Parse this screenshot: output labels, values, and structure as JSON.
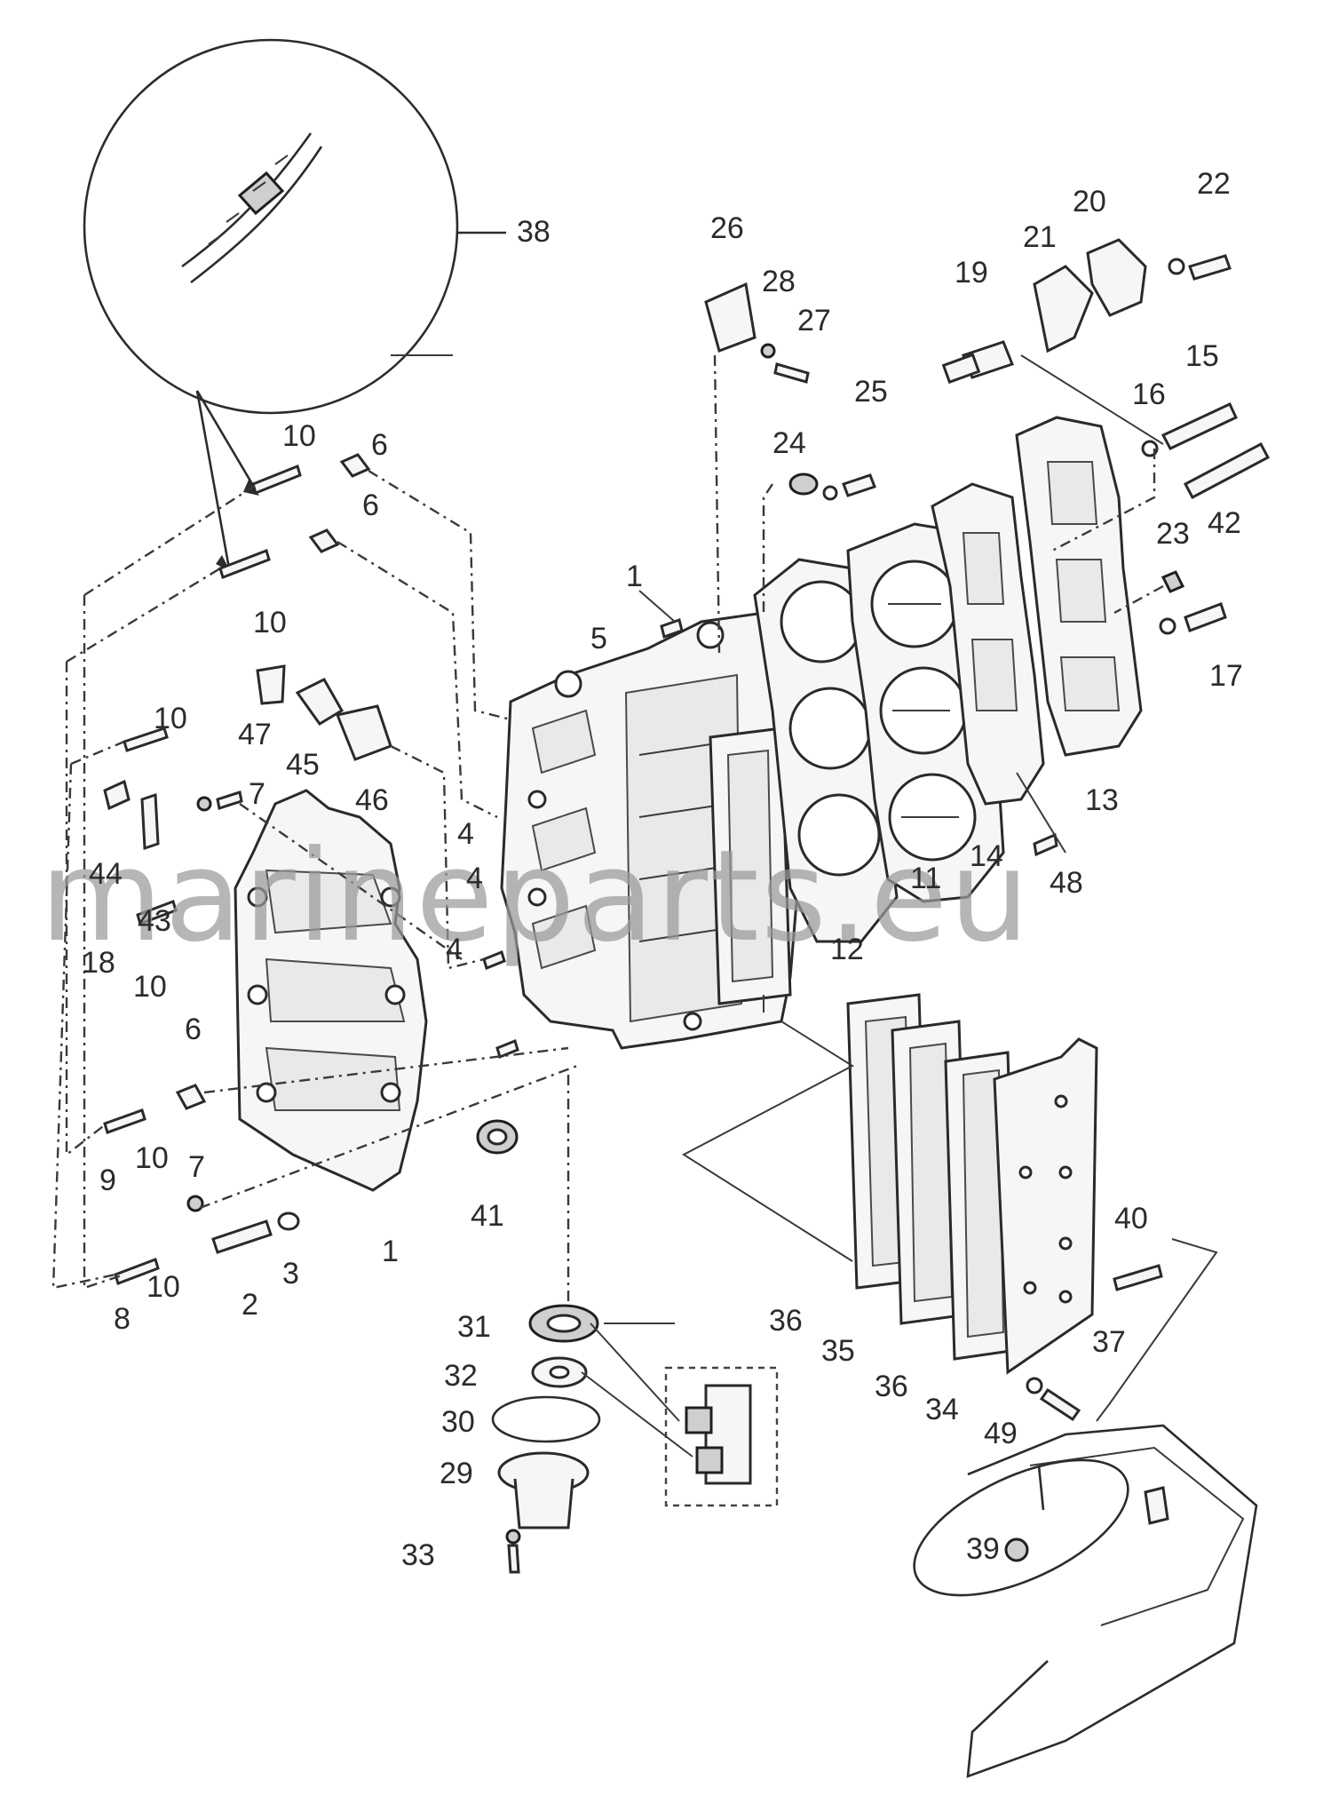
{
  "labels": {
    "p1a": "1",
    "p1b": "1",
    "p2": "2",
    "p3": "3",
    "p4a": "4",
    "p4b": "4",
    "p4c": "4",
    "p5": "5",
    "p6a": "6",
    "p6b": "6",
    "p6c": "6",
    "p7a": "7",
    "p7b": "7",
    "p8": "8",
    "p9": "9",
    "p10a": "10",
    "p10b": "10",
    "p10c": "10",
    "p10d": "10",
    "p10e": "10",
    "p10f": "10",
    "p11": "11",
    "p12": "12",
    "p13": "13",
    "p14": "14",
    "p15": "15",
    "p16": "16",
    "p17": "17",
    "p18": "18",
    "p19": "19",
    "p20": "20",
    "p21": "21",
    "p22": "22",
    "p23": "23",
    "p24": "24",
    "p25": "25",
    "p26": "26",
    "p27": "27",
    "p28": "28",
    "p29": "29",
    "p30": "30",
    "p31": "31",
    "p32": "32",
    "p33": "33",
    "p34": "34",
    "p35": "35",
    "p36a": "36",
    "p36b": "36",
    "p37": "37",
    "p38": "38",
    "p39": "39",
    "p40": "40",
    "p41": "41",
    "p42": "42",
    "p43": "43",
    "p44": "44",
    "p45": "45",
    "p46": "46",
    "p47": "47",
    "p48": "48",
    "p49": "49"
  },
  "watermark": "marineparts.eu"
}
